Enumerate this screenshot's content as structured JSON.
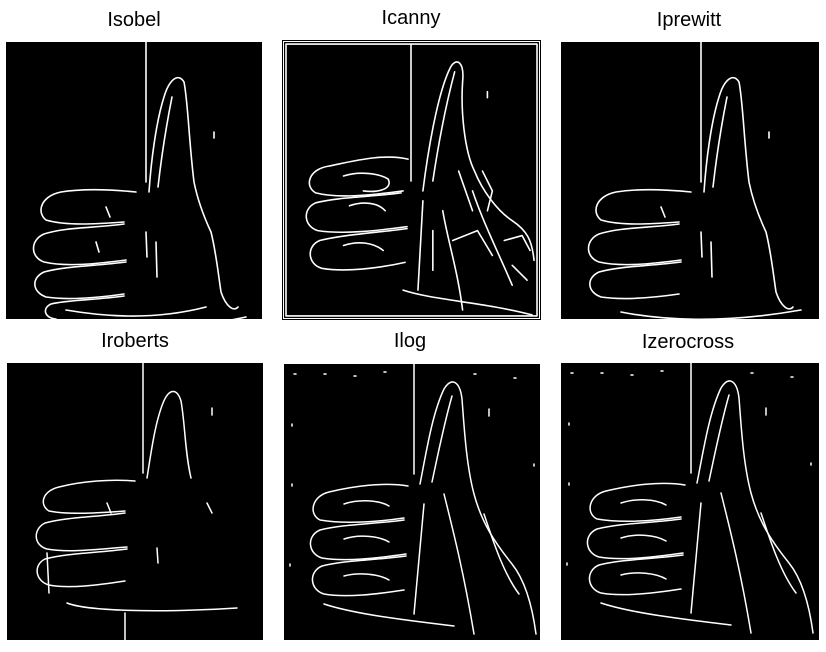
{
  "figure": {
    "panels": [
      {
        "id": "sobel",
        "title": "Isobel",
        "method": "sobel"
      },
      {
        "id": "canny",
        "title": "Icanny",
        "method": "canny"
      },
      {
        "id": "prewitt",
        "title": "Iprewitt",
        "method": "prewitt"
      },
      {
        "id": "roberts",
        "title": "Iroberts",
        "method": "roberts"
      },
      {
        "id": "log",
        "title": "Ilog",
        "method": "log"
      },
      {
        "id": "zerocross",
        "title": "Izerocross",
        "method": "zerocross"
      }
    ],
    "colors": {
      "background": "#000000",
      "edge": "#ffffff",
      "page": "#ffffff"
    }
  }
}
